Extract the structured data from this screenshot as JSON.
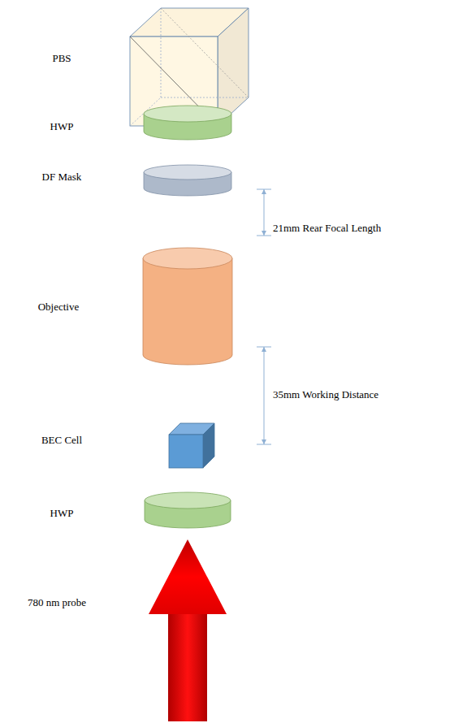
{
  "diagram": {
    "labels": [
      "PBS",
      "HWP",
      "DF Mask",
      "21mm Rear Focal Length",
      "Objective",
      "35mm Working Distance",
      "BEC Cell",
      "HWP",
      "780 nm probe"
    ]
  }
}
